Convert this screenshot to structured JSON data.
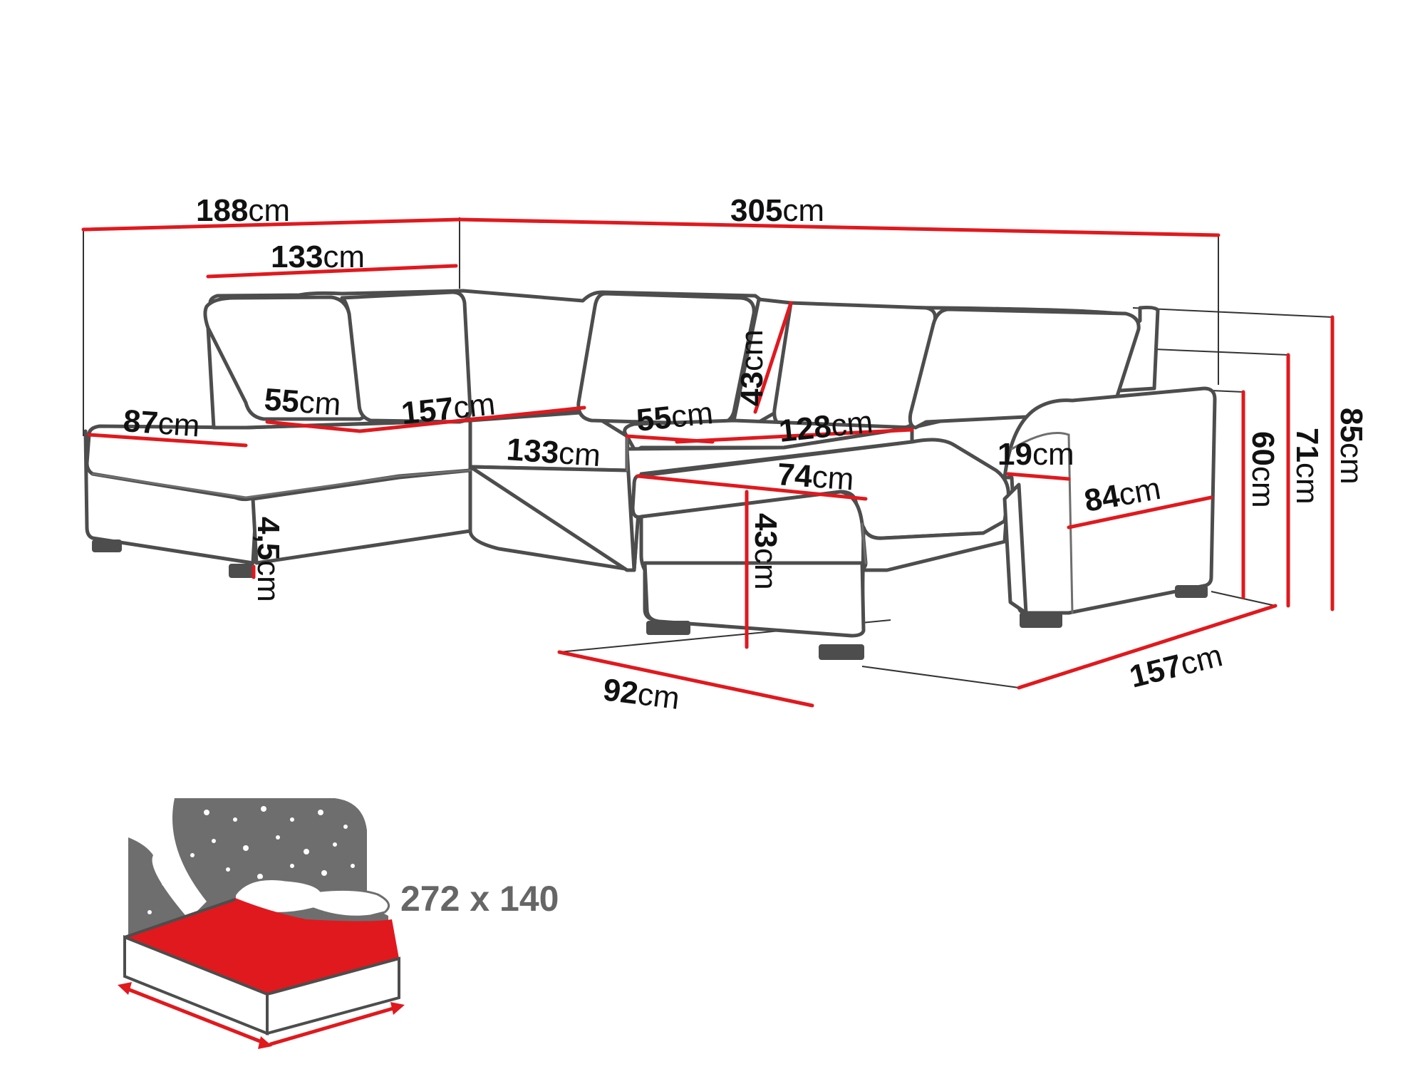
{
  "unit": "cm",
  "dimensions": {
    "overall_left_depth": "188",
    "overall_width": "305",
    "left_backrest_width": "133",
    "left_seat_width": "87",
    "left_seat_depth": "55",
    "middle_seat_width": "157",
    "middle_front_width": "133",
    "right_seat_depth": "55",
    "back_cushion_height": "43",
    "right_back_width": "128",
    "ottoman_width": "74",
    "armrest_width": "19",
    "arm_length": "84",
    "seat_height": "43",
    "leg_height": "4,5",
    "height_60": "60",
    "height_71": "71",
    "height_85": "85",
    "ottoman_depth": "92",
    "right_depth": "157"
  },
  "bed": {
    "size_label": "272 x 140"
  },
  "colors": {
    "dimension_line": "#e0191e",
    "outline": "#4d4d4d",
    "bed_surface": "#e0191e",
    "night_panel": "#6e6e6e"
  }
}
